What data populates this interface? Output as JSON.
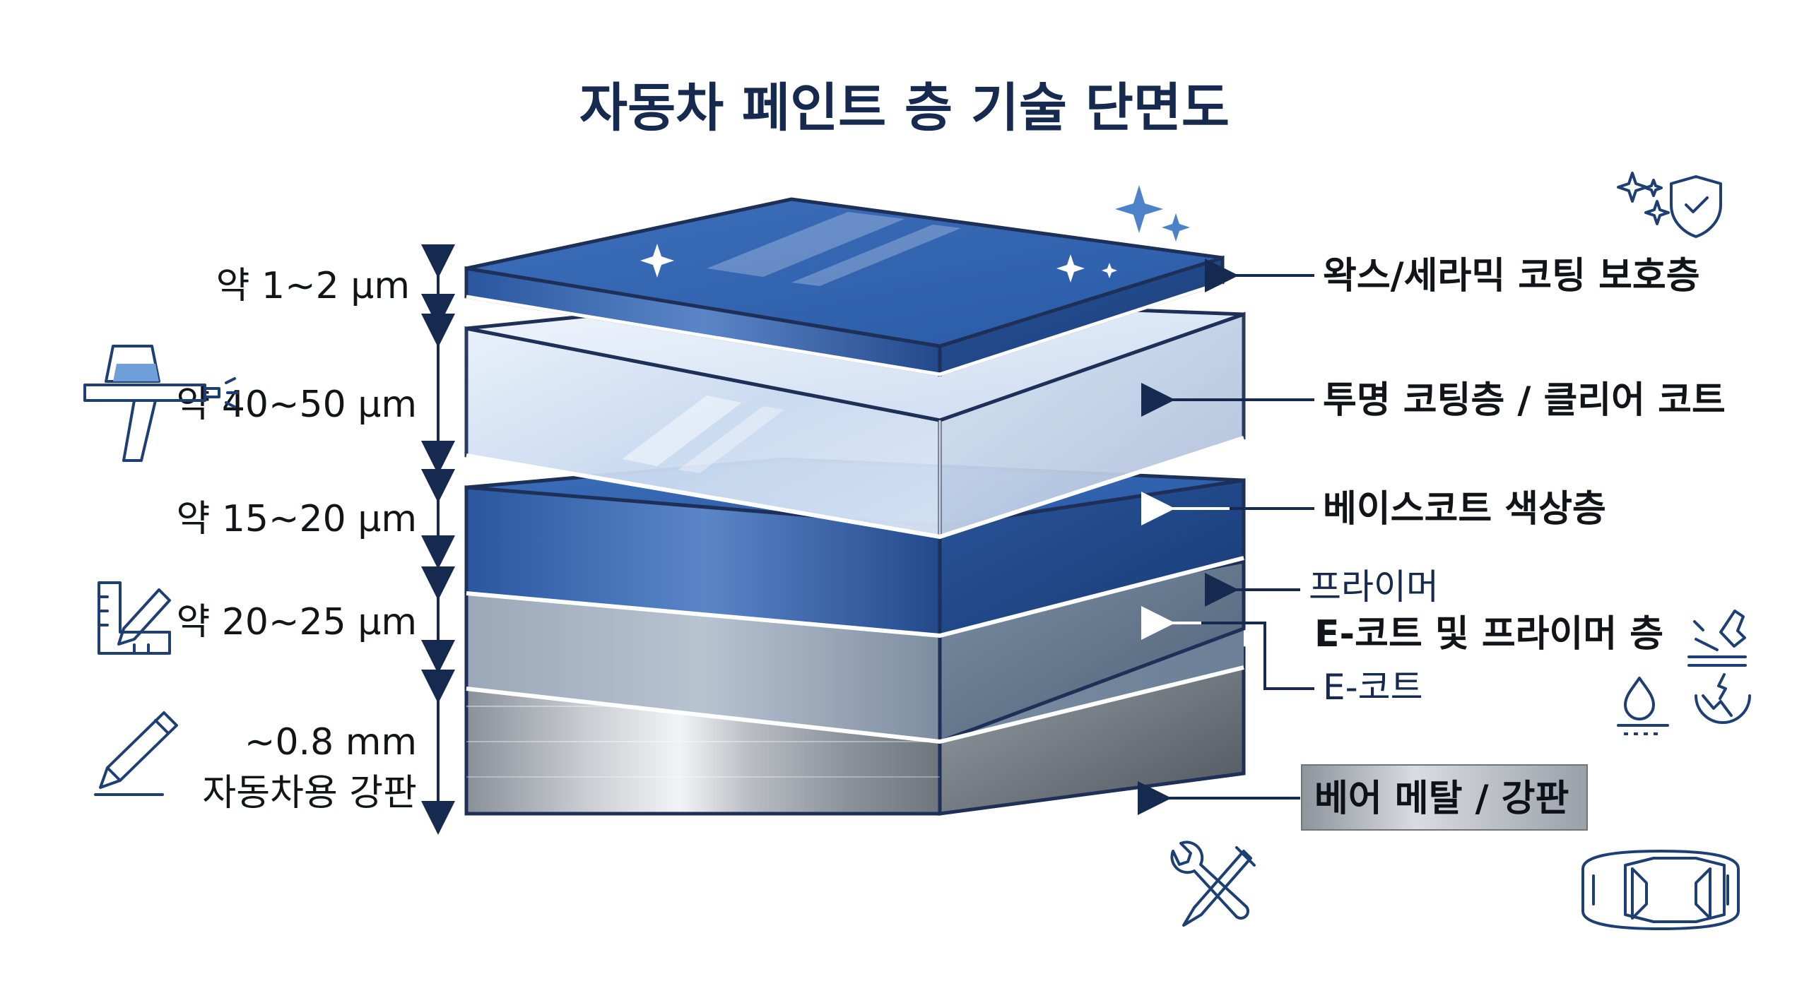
{
  "title": "자동차 페인트 층 기술 단면도",
  "thickness_labels": {
    "wax": "약 1~2 μm",
    "clear": "약 40~50 μm",
    "base": "약 15~20 μm",
    "primer": "약 20~25 μm",
    "metal_line1": "~0.8 mm",
    "metal_line2": "자동차용 강판"
  },
  "layer_labels": {
    "wax": "왁스/세라믹 코팅 보호층",
    "clear": "투명 코팅층 / 클리어 코트",
    "base": "베이스코트 색상층",
    "primer": "프라이머",
    "ecoat_primer": "E-코트 및 프라이머 층",
    "ecoat": "E-코트",
    "metal": "베어 메탈 / 강판"
  },
  "colors": {
    "title": "#16294f",
    "accent": "#1e3f74",
    "blue_layer": "#2f5ea8",
    "clear_layer": "#dce8f6",
    "primer_layer": "#9aaabd",
    "metal_layer": "#aeb3ba"
  },
  "icons": {
    "spray_gun": "spray-gun-icon",
    "ruler": "ruler-pencil-icon",
    "pencil": "pencil-icon",
    "sparkle_shield": "sparkle-shield-icon",
    "scratch": "scratch-icon",
    "water_drop": "water-drop-icon",
    "tools": "wrench-screwdriver-icon",
    "car": "car-icon"
  }
}
